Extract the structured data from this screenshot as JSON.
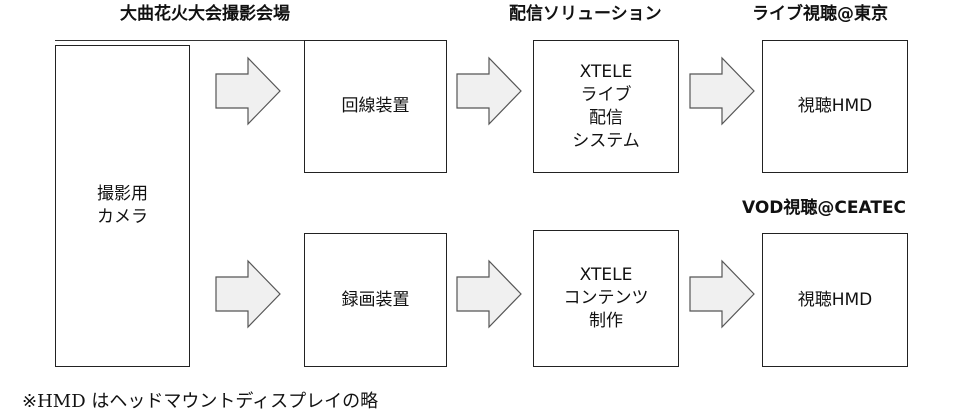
{
  "headers": {
    "venue": "大曲花火大会撮影会場",
    "delivery": "配信ソリューション",
    "live": "ライブ視聴@東京",
    "vod": "VOD視聴@CEATEC"
  },
  "boxes": {
    "camera": [
      "撮影用",
      "カメラ"
    ],
    "line_device": [
      "回線装置"
    ],
    "recorder": [
      "録画装置"
    ],
    "xtele_live": [
      "XTELE",
      "ライブ",
      "配信",
      "システム"
    ],
    "xtele_content": [
      "XTELE",
      "コンテンツ",
      "制作"
    ],
    "hmd_live": [
      "視聴HMD"
    ],
    "hmd_vod": [
      "視聴HMD"
    ]
  },
  "footnote": "※HMD はヘッドマウントディスプレイの略",
  "colors": {
    "arrow_fill": "#f0f0f0",
    "arrow_stroke": "#555555",
    "border": "#222222"
  }
}
